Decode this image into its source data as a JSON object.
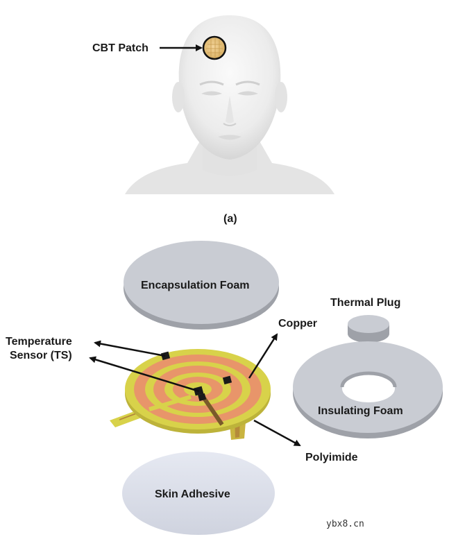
{
  "panel_a": {
    "caption": "(a)",
    "patch_label": "CBT Patch"
  },
  "layers": {
    "encapsulation": "Encapsulation Foam",
    "thermal_plug": "Thermal Plug",
    "copper": "Copper",
    "temperature_sensor": "Temperature\nSensor (TS)",
    "insulating_foam": "Insulating Foam",
    "polyimide": "Polyimide",
    "skin_adhesive": "Skin Adhesive"
  },
  "watermark": "ybx8.cn",
  "colors": {
    "foam": "#c9ccd3",
    "foam_edge": "#9ea1a8",
    "copper": "#e8956a",
    "polyimide": "#d8d24a",
    "adhesive": "#dde1ec",
    "patch": "#e7c27a"
  }
}
